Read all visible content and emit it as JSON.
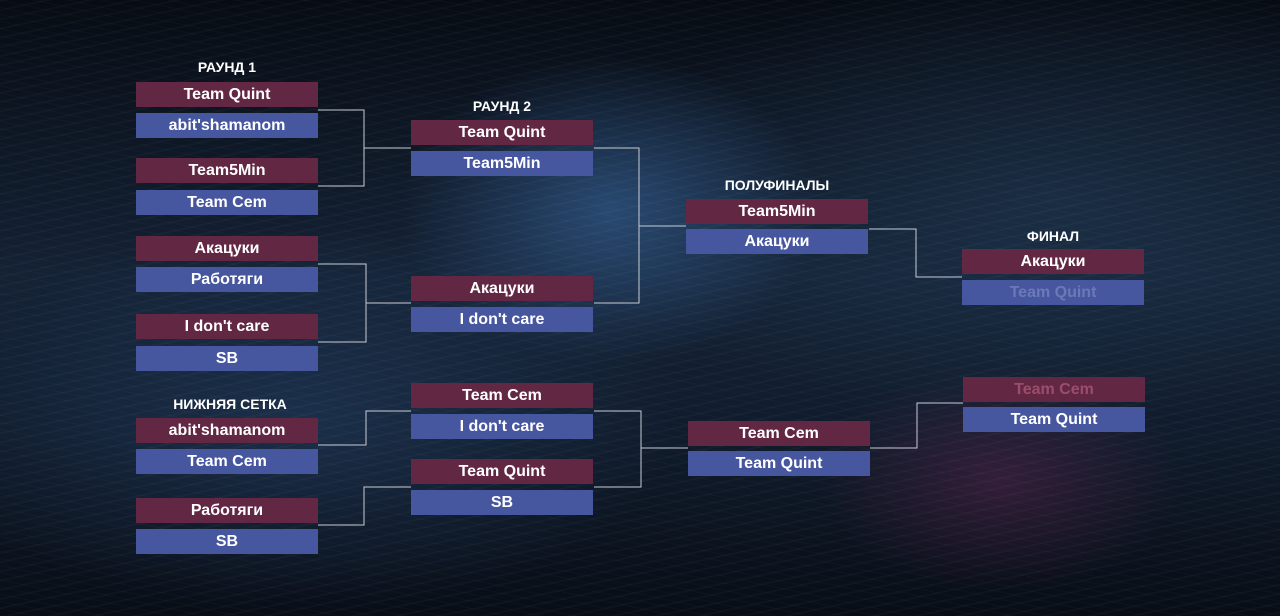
{
  "labels": {
    "round1": "РАУНД 1",
    "round2": "РАУНД 2",
    "semifinals": "ПОЛУФИНАЛЫ",
    "final": "ФИНАЛ",
    "lower_bracket": "НИЖНЯЯ СЕТКА"
  },
  "round1": {
    "m1": {
      "a": "Team Quint",
      "b": "abit'shamanom"
    },
    "m2": {
      "a": "Team5Min",
      "b": "Team Cem"
    },
    "m3": {
      "a": "Акацуки",
      "b": "Работяги"
    },
    "m4": {
      "a": "I don't care",
      "b": "SB"
    }
  },
  "round2": {
    "m1": {
      "a": "Team Quint",
      "b": "Team5Min"
    },
    "m2": {
      "a": "Акацуки",
      "b": "I don't care"
    }
  },
  "semifinal": {
    "a": "Team5Min",
    "b": "Акацуки"
  },
  "final": {
    "a": "Акацуки",
    "b": "Team Quint"
  },
  "lower": {
    "r1m1": {
      "a": "abit'shamanom",
      "b": "Team Cem"
    },
    "r1m2": {
      "a": "Работяги",
      "b": "SB"
    },
    "r2m1": {
      "a": "Team Cem",
      "b": "I don't care"
    },
    "r2m2": {
      "a": "Team Quint",
      "b": "SB"
    },
    "semi": {
      "a": "Team Cem",
      "b": "Team Quint"
    },
    "final": {
      "a": "Team Cem",
      "b": "Team Quint"
    }
  }
}
